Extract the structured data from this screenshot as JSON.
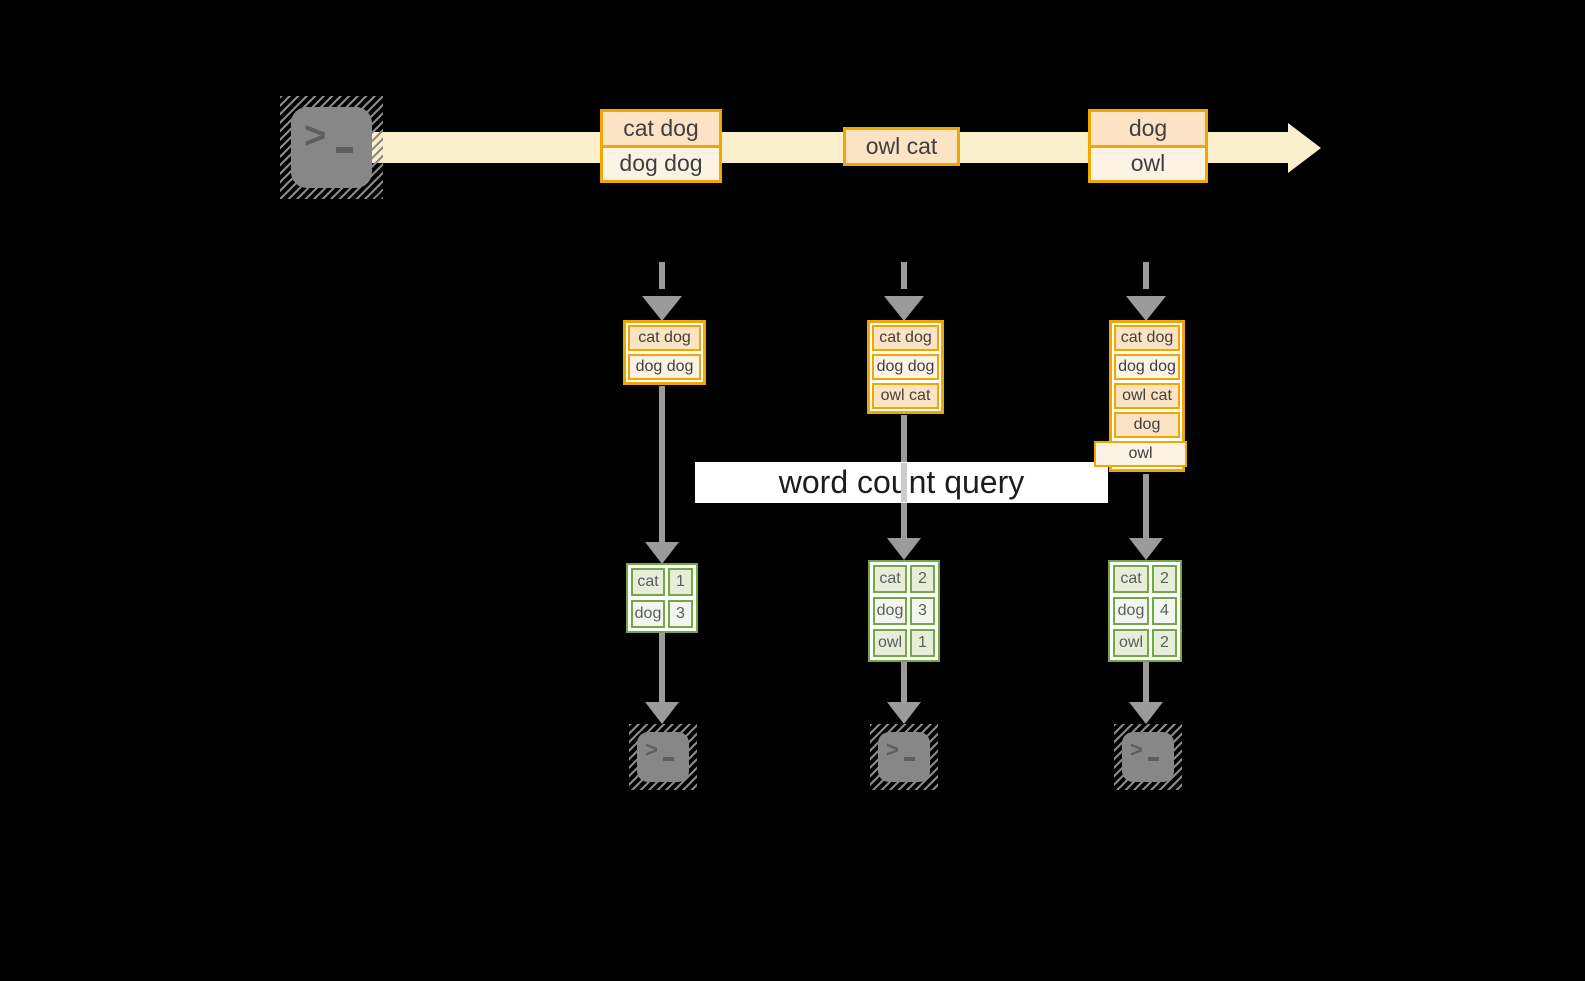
{
  "diagram": {
    "query_label": "word count query",
    "terminal_prompt": {
      "chevron": ">"
    },
    "stream_messages": [
      {
        "rows": [
          {
            "text": "cat dog",
            "tone": "dark"
          },
          {
            "text": "dog dog",
            "tone": "light"
          }
        ]
      },
      {
        "rows": [
          {
            "text": "owl cat",
            "tone": "dark"
          }
        ]
      },
      {
        "rows": [
          {
            "text": "dog",
            "tone": "dark"
          },
          {
            "text": "owl",
            "tone": "light"
          }
        ]
      }
    ],
    "columns": [
      {
        "buffer": [
          "cat dog",
          "dog dog"
        ],
        "counts": [
          {
            "word": "cat",
            "count": "1"
          },
          {
            "word": "dog",
            "count": "3"
          }
        ]
      },
      {
        "buffer": [
          "cat dog",
          "dog dog",
          "owl cat"
        ],
        "counts": [
          {
            "word": "cat",
            "count": "2"
          },
          {
            "word": "dog",
            "count": "3"
          },
          {
            "word": "owl",
            "count": "1"
          }
        ]
      },
      {
        "buffer": [
          "cat dog",
          "dog dog",
          "owl cat",
          "dog",
          "owl"
        ],
        "counts": [
          {
            "word": "cat",
            "count": "2"
          },
          {
            "word": "dog",
            "count": "4"
          },
          {
            "word": "owl",
            "count": "2"
          }
        ]
      }
    ],
    "colors": {
      "stream_band": "#FBF0CC",
      "box_border": "#F0A800",
      "box_fill_dark": "#FBE3C4",
      "box_fill_light": "#FDF3E4",
      "table_border": "#76A747",
      "table_fill_dark": "#E6EDD9",
      "table_fill_light": "#F3F6EF",
      "arrow_gray": "#9B9B9B",
      "terminal_gray": "#878787",
      "query_label_bg": "#FFFFFF",
      "text": "#3F3F3F"
    }
  }
}
